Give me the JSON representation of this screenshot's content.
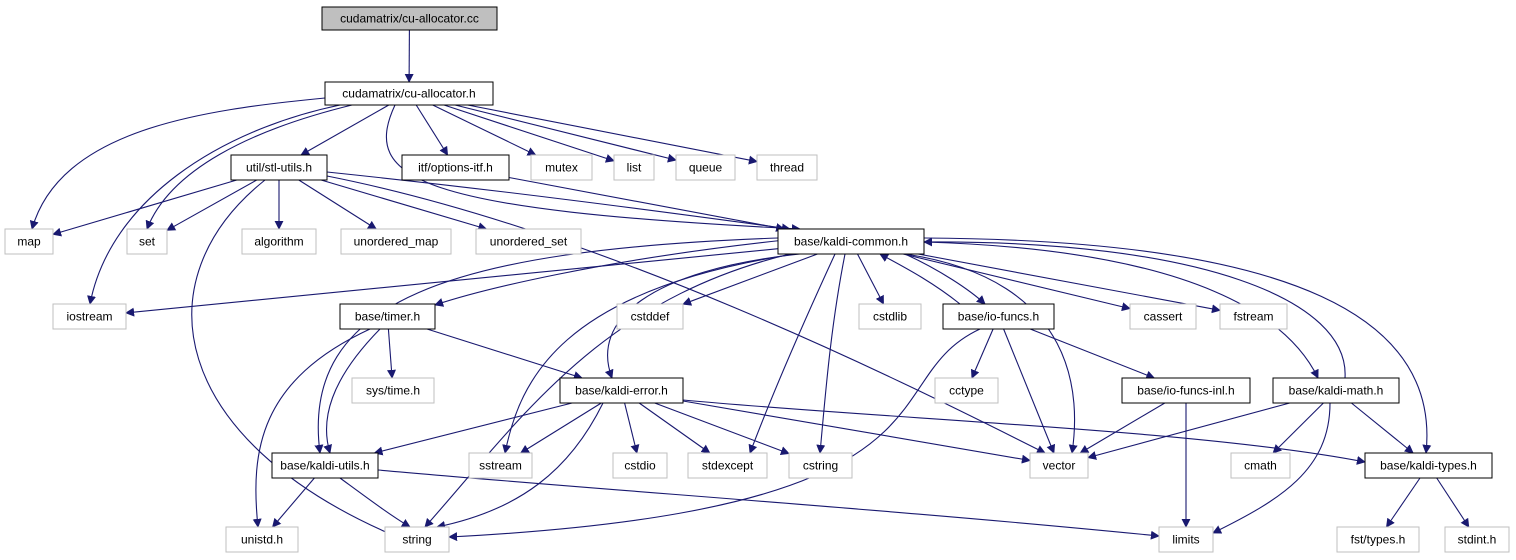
{
  "title": "cudamatrix/cu-allocator.cc",
  "colors": {
    "edge": "#191970",
    "root_fill": "#bfbfbf",
    "root_stroke": "#000000",
    "documented_stroke": "#000000",
    "system_stroke": "#bfbfbf",
    "node_fill": "#ffffff"
  },
  "nodes": [
    {
      "id": "root",
      "label": "cudamatrix/cu-allocator.cc",
      "kind": "root"
    },
    {
      "id": "cualloc",
      "label": "cudamatrix/cu-allocator.h",
      "kind": "documented"
    },
    {
      "id": "stlutils",
      "label": "util/stl-utils.h",
      "kind": "documented"
    },
    {
      "id": "optitf",
      "label": "itf/options-itf.h",
      "kind": "documented"
    },
    {
      "id": "mutex",
      "label": "mutex",
      "kind": "system"
    },
    {
      "id": "list",
      "label": "list",
      "kind": "system"
    },
    {
      "id": "queue",
      "label": "queue",
      "kind": "system"
    },
    {
      "id": "thread",
      "label": "thread",
      "kind": "system"
    },
    {
      "id": "map",
      "label": "map",
      "kind": "system"
    },
    {
      "id": "set",
      "label": "set",
      "kind": "system"
    },
    {
      "id": "algorithm",
      "label": "algorithm",
      "kind": "system"
    },
    {
      "id": "umap",
      "label": "unordered_map",
      "kind": "system"
    },
    {
      "id": "uset",
      "label": "unordered_set",
      "kind": "system"
    },
    {
      "id": "common",
      "label": "base/kaldi-common.h",
      "kind": "documented"
    },
    {
      "id": "iostream",
      "label": "iostream",
      "kind": "system"
    },
    {
      "id": "timer",
      "label": "base/timer.h",
      "kind": "documented"
    },
    {
      "id": "cstddef",
      "label": "cstddef",
      "kind": "system"
    },
    {
      "id": "cstdlib",
      "label": "cstdlib",
      "kind": "system"
    },
    {
      "id": "iofuncs",
      "label": "base/io-funcs.h",
      "kind": "documented"
    },
    {
      "id": "cassert",
      "label": "cassert",
      "kind": "system"
    },
    {
      "id": "fstream",
      "label": "fstream",
      "kind": "system"
    },
    {
      "id": "systime",
      "label": "sys/time.h",
      "kind": "system"
    },
    {
      "id": "kerror",
      "label": "base/kaldi-error.h",
      "kind": "documented"
    },
    {
      "id": "cctype",
      "label": "cctype",
      "kind": "system"
    },
    {
      "id": "ioinl",
      "label": "base/io-funcs-inl.h",
      "kind": "documented"
    },
    {
      "id": "kmath",
      "label": "base/kaldi-math.h",
      "kind": "documented"
    },
    {
      "id": "kutils",
      "label": "base/kaldi-utils.h",
      "kind": "documented"
    },
    {
      "id": "sstream",
      "label": "sstream",
      "kind": "system"
    },
    {
      "id": "cstdio",
      "label": "cstdio",
      "kind": "system"
    },
    {
      "id": "stdexcept",
      "label": "stdexcept",
      "kind": "system"
    },
    {
      "id": "cstring",
      "label": "cstring",
      "kind": "system"
    },
    {
      "id": "vector",
      "label": "vector",
      "kind": "system"
    },
    {
      "id": "cmath",
      "label": "cmath",
      "kind": "system"
    },
    {
      "id": "ktypes",
      "label": "base/kaldi-types.h",
      "kind": "documented"
    },
    {
      "id": "unistd",
      "label": "unistd.h",
      "kind": "system"
    },
    {
      "id": "string",
      "label": "string",
      "kind": "system"
    },
    {
      "id": "limits",
      "label": "limits",
      "kind": "system"
    },
    {
      "id": "fsttypes",
      "label": "fst/types.h",
      "kind": "system"
    },
    {
      "id": "stdint",
      "label": "stdint.h",
      "kind": "system"
    }
  ],
  "edges": [
    [
      "root",
      "cualloc"
    ],
    [
      "cualloc",
      "map"
    ],
    [
      "cualloc",
      "iostream"
    ],
    [
      "cualloc",
      "set"
    ],
    [
      "cualloc",
      "stlutils"
    ],
    [
      "cualloc",
      "common"
    ],
    [
      "cualloc",
      "optitf"
    ],
    [
      "cualloc",
      "mutex"
    ],
    [
      "cualloc",
      "list"
    ],
    [
      "cualloc",
      "queue"
    ],
    [
      "cualloc",
      "thread"
    ],
    [
      "stlutils",
      "map"
    ],
    [
      "stlutils",
      "set"
    ],
    [
      "stlutils",
      "algorithm"
    ],
    [
      "stlutils",
      "umap"
    ],
    [
      "stlutils",
      "uset"
    ],
    [
      "stlutils",
      "common"
    ],
    [
      "stlutils",
      "vector"
    ],
    [
      "stlutils",
      "string"
    ],
    [
      "optitf",
      "common"
    ],
    [
      "common",
      "iostream"
    ],
    [
      "common",
      "timer"
    ],
    [
      "common",
      "kutils"
    ],
    [
      "common",
      "sstream"
    ],
    [
      "common",
      "kerror"
    ],
    [
      "common",
      "cstddef"
    ],
    [
      "common",
      "stdexcept"
    ],
    [
      "common",
      "cstring"
    ],
    [
      "common",
      "string"
    ],
    [
      "common",
      "cstdlib"
    ],
    [
      "common",
      "iofuncs"
    ],
    [
      "common",
      "vector"
    ],
    [
      "common",
      "cassert"
    ],
    [
      "common",
      "fstream"
    ],
    [
      "common",
      "kmath"
    ],
    [
      "common",
      "ktypes"
    ],
    [
      "timer",
      "systime"
    ],
    [
      "timer",
      "kerror"
    ],
    [
      "timer",
      "kutils"
    ],
    [
      "timer",
      "unistd"
    ],
    [
      "iofuncs",
      "common"
    ],
    [
      "iofuncs",
      "cctype"
    ],
    [
      "iofuncs",
      "ioinl"
    ],
    [
      "iofuncs",
      "vector"
    ],
    [
      "iofuncs",
      "string"
    ],
    [
      "kerror",
      "kutils"
    ],
    [
      "kerror",
      "sstream"
    ],
    [
      "kerror",
      "cstdio"
    ],
    [
      "kerror",
      "stdexcept"
    ],
    [
      "kerror",
      "cstring"
    ],
    [
      "kerror",
      "vector"
    ],
    [
      "kerror",
      "string"
    ],
    [
      "kerror",
      "ktypes"
    ],
    [
      "ioinl",
      "vector"
    ],
    [
      "ioinl",
      "limits"
    ],
    [
      "kmath",
      "common"
    ],
    [
      "kmath",
      "vector"
    ],
    [
      "kmath",
      "cmath"
    ],
    [
      "kmath",
      "ktypes"
    ],
    [
      "kmath",
      "limits"
    ],
    [
      "kutils",
      "unistd"
    ],
    [
      "kutils",
      "string"
    ],
    [
      "kutils",
      "limits"
    ],
    [
      "ktypes",
      "fsttypes"
    ],
    [
      "ktypes",
      "stdint"
    ]
  ]
}
